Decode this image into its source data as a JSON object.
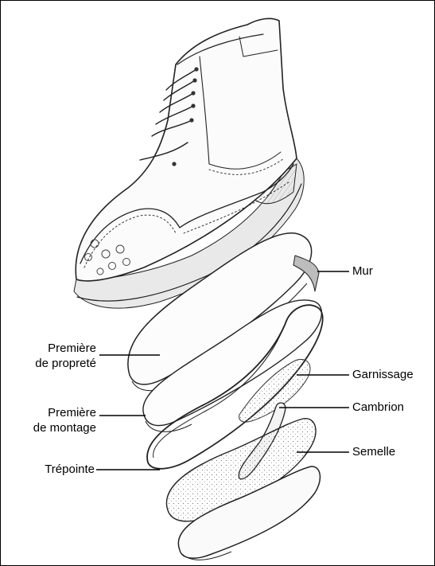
{
  "diagram": {
    "labels": {
      "mur": "Mur",
      "garnissage": "Garnissage",
      "cambrion": "Cambrion",
      "semelle": "Semelle",
      "premiere_proprete_line1": "Première",
      "premiere_proprete_line2": "de propreté",
      "premiere_montage_line1": "Première",
      "premiere_montage_line2": "de montage",
      "trepointe": "Trépointe"
    },
    "colors": {
      "ink": "#1a1a1a",
      "pencil": "#555555",
      "hatch": "#8a8a8a",
      "paper": "#ffffff"
    }
  }
}
